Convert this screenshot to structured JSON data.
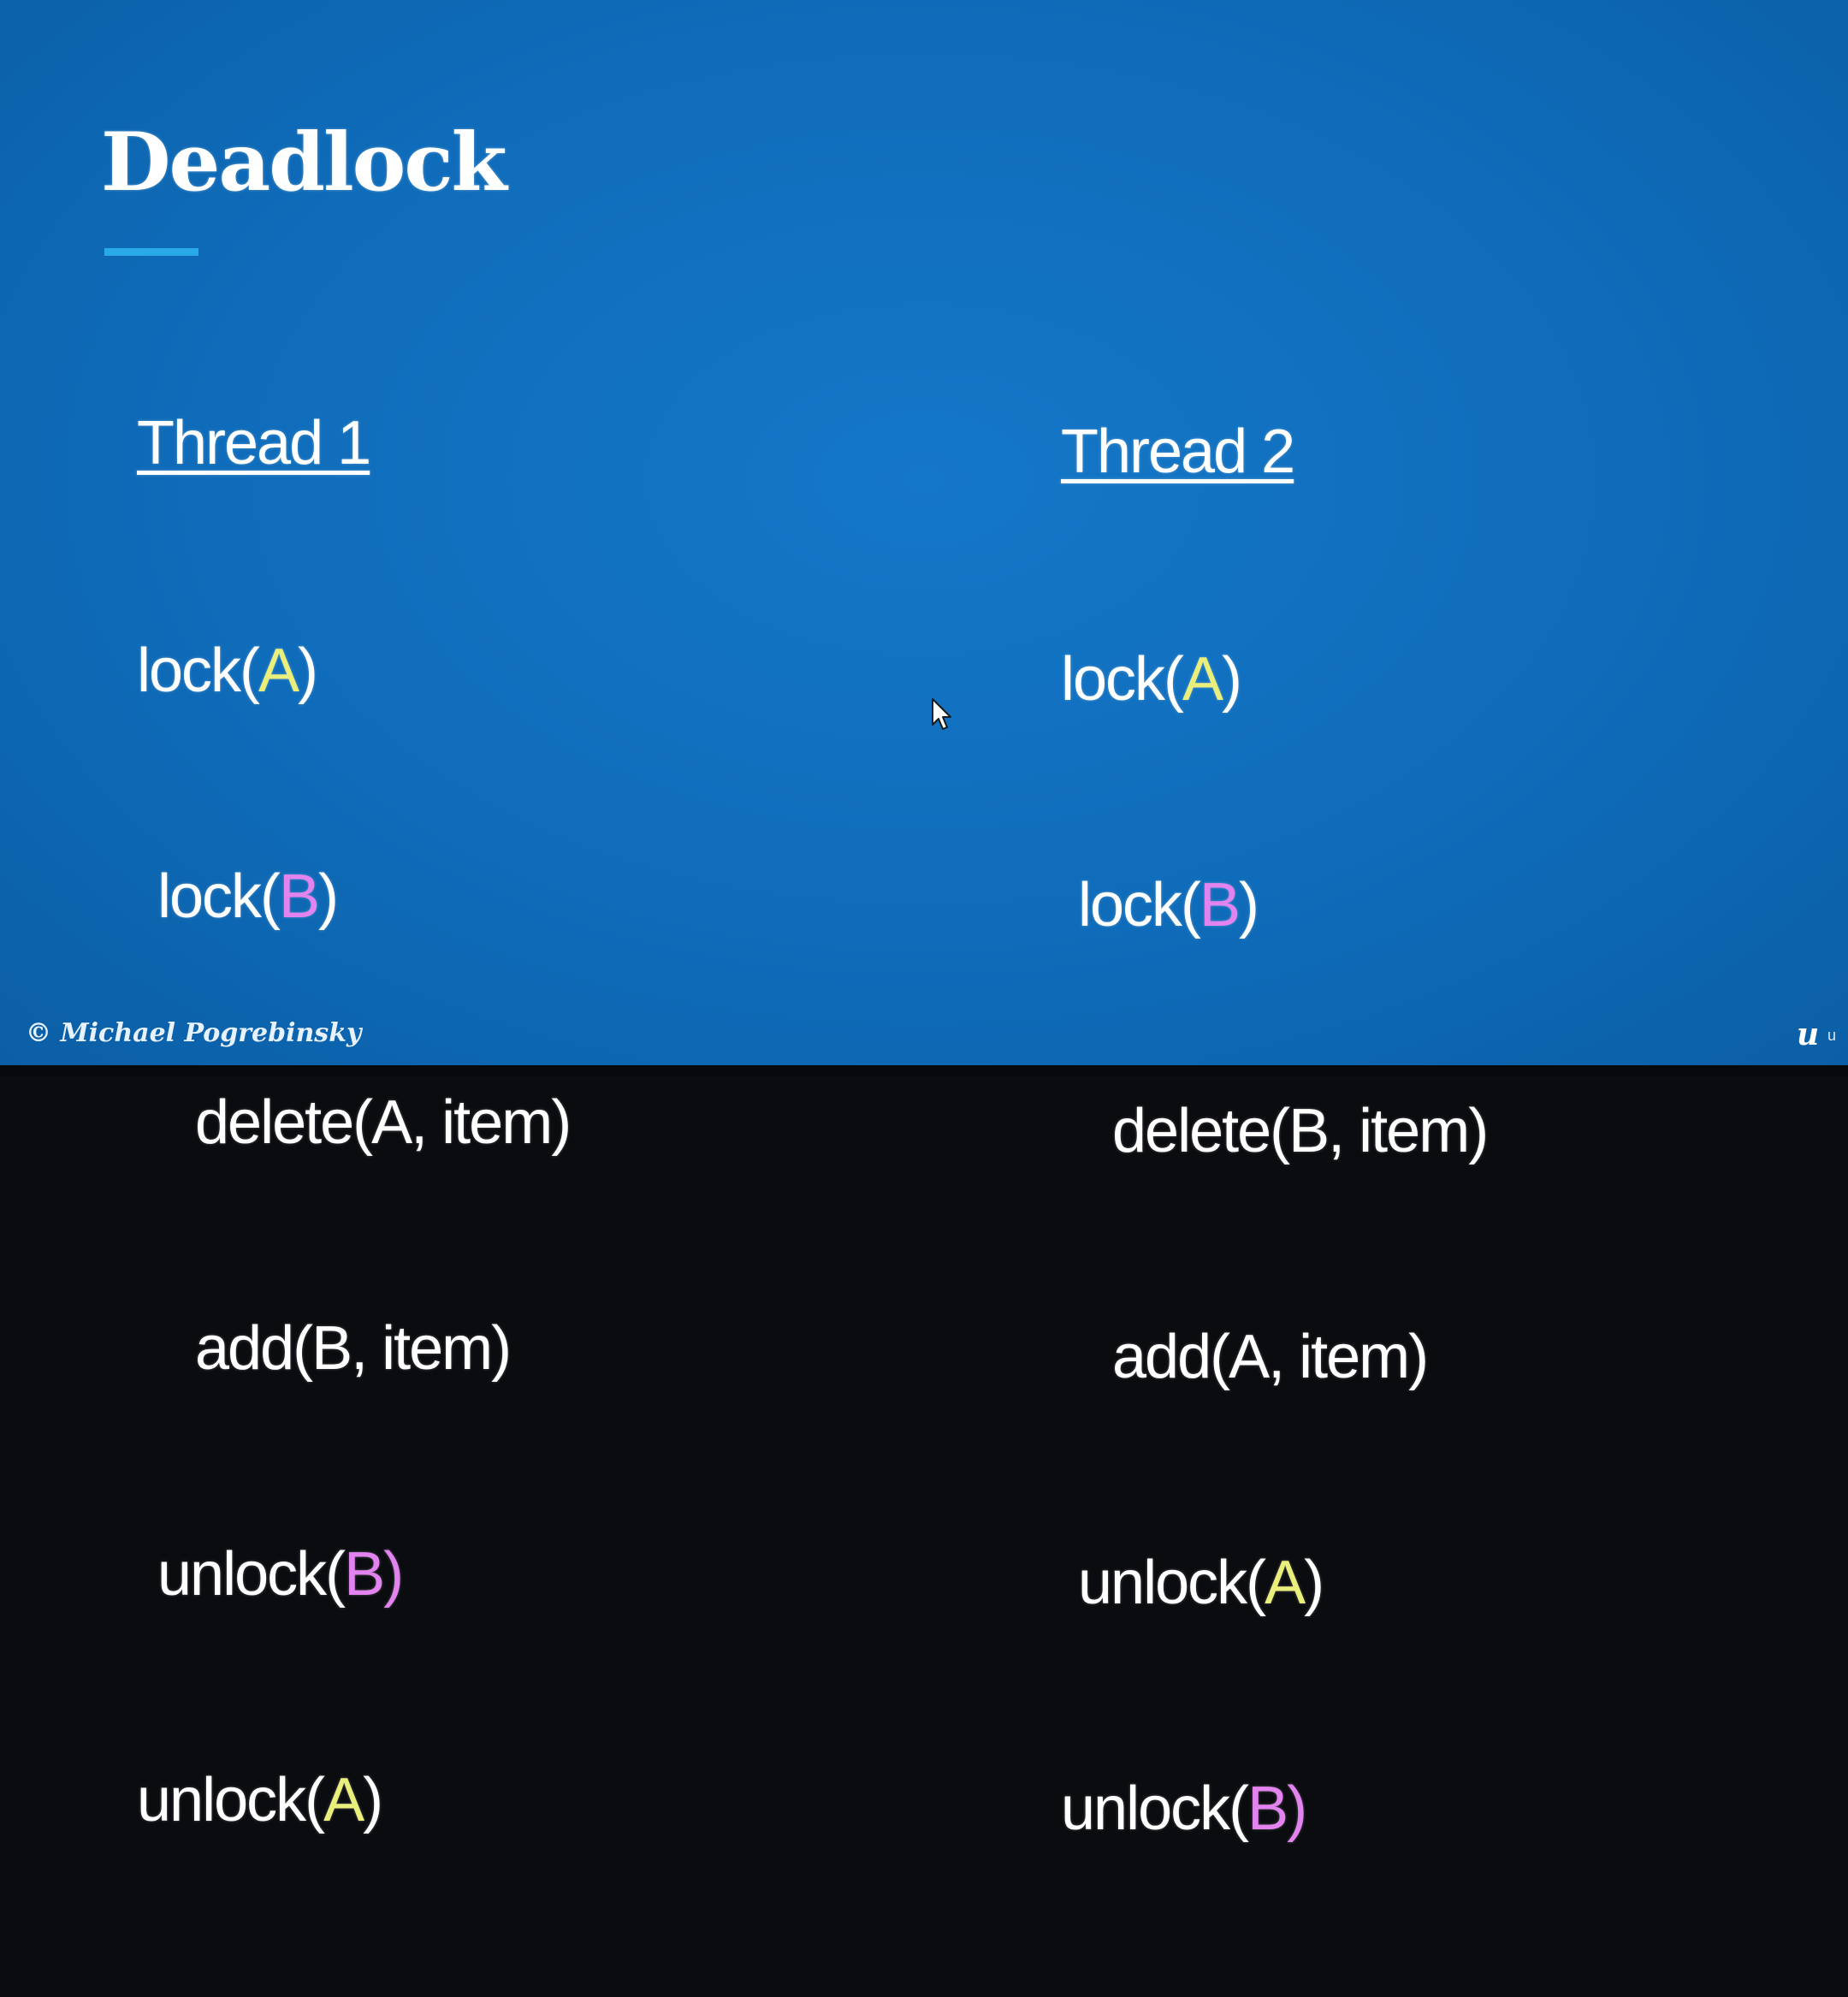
{
  "slide": {
    "title": "Deadlock",
    "footer": "© Michael Pogrebinsky",
    "logo_text": "u",
    "logo_tail": "u",
    "colors": {
      "background": "#0f6cba",
      "text": "#ffffff",
      "resource_a": "#e9ef7a",
      "resource_b": "#e383f0",
      "accent": "#29a9e6"
    }
  },
  "thread1": {
    "heading": "Thread 1",
    "lines": [
      {
        "prefix": "lock(",
        "res": "A",
        "suffix": ")"
      },
      {
        "prefix": "lock(",
        "res": "B",
        "suffix": ")"
      },
      {
        "text": "delete(A, item)"
      },
      {
        "text": "add(B, item)"
      },
      {
        "prefix": "unlock(",
        "res": "B",
        "suffix": ")"
      },
      {
        "prefix": "unlock(",
        "res": "A",
        "suffix": ")"
      }
    ]
  },
  "thread2": {
    "heading": "Thread 2",
    "lines": [
      {
        "prefix": "lock(",
        "res": "A",
        "suffix": ")"
      },
      {
        "prefix": "lock(",
        "res": "B",
        "suffix": ")"
      },
      {
        "text": "delete(B, item)"
      },
      {
        "text": "add(A, item)"
      },
      {
        "prefix": "unlock(",
        "res": "A",
        "suffix": ")"
      },
      {
        "prefix": "unlock(",
        "res": "B",
        "suffix": ")"
      }
    ]
  },
  "cursor": {
    "icon": "mouse-pointer-icon"
  }
}
